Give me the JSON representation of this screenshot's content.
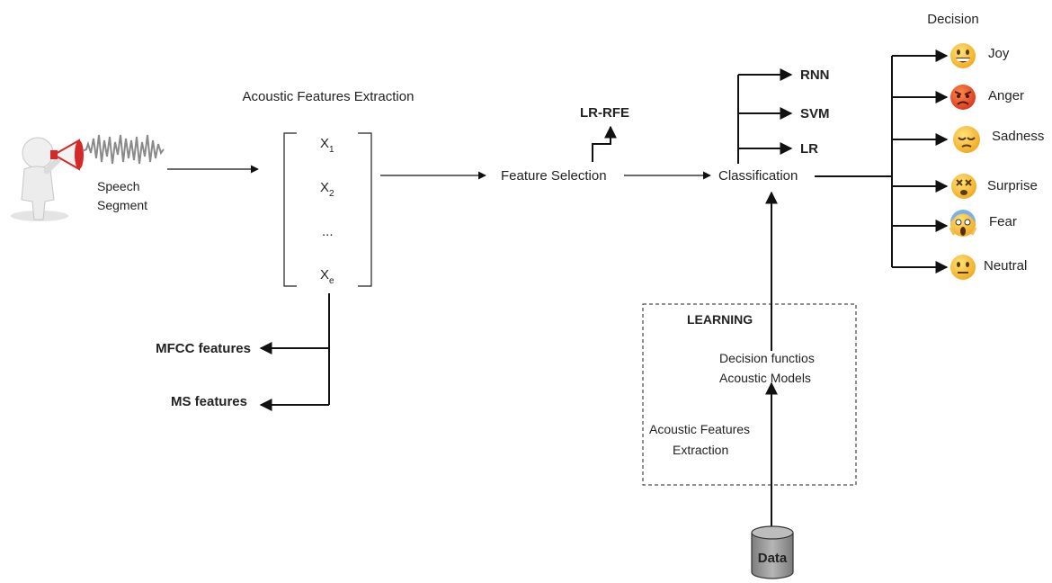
{
  "speech": {
    "label_line1": "Speech",
    "label_line2": "Segment"
  },
  "extraction": {
    "title": "Acoustic Features Extraction",
    "vector": [
      "X",
      "X",
      "...",
      "X"
    ],
    "subscripts": [
      "1",
      "2",
      "",
      "e"
    ]
  },
  "features": {
    "mfcc": "MFCC features",
    "ms": "MS features"
  },
  "selection": {
    "label": "Feature Selection",
    "method": "LR-RFE"
  },
  "classification": {
    "label": "Classification",
    "models": [
      "RNN",
      "SVM",
      "LR"
    ]
  },
  "decision": {
    "title": "Decision",
    "emotions": [
      {
        "label": "Joy",
        "icon": "grinning-face-icon"
      },
      {
        "label": "Anger",
        "icon": "angry-face-icon"
      },
      {
        "label": "Sadness",
        "icon": "pensive-face-icon"
      },
      {
        "label": "Surprise",
        "icon": "dizzy-face-icon"
      },
      {
        "label": "Fear",
        "icon": "screaming-face-icon"
      },
      {
        "label": "Neutral",
        "icon": "neutral-face-icon"
      }
    ]
  },
  "learning": {
    "title": "LEARNING",
    "models_line1": "Decision functios",
    "models_line2": "Acoustic Models",
    "extraction_line1": "Acoustic Features",
    "extraction_line2": "Extraction"
  },
  "data_store": {
    "label": "Data"
  },
  "colors": {
    "megaphone": "#d62828",
    "face_yellow": "#f5b82e",
    "face_angry": "#e8542a",
    "waveform": "#8a8a8a",
    "cylinder": "#9a9a9a"
  }
}
